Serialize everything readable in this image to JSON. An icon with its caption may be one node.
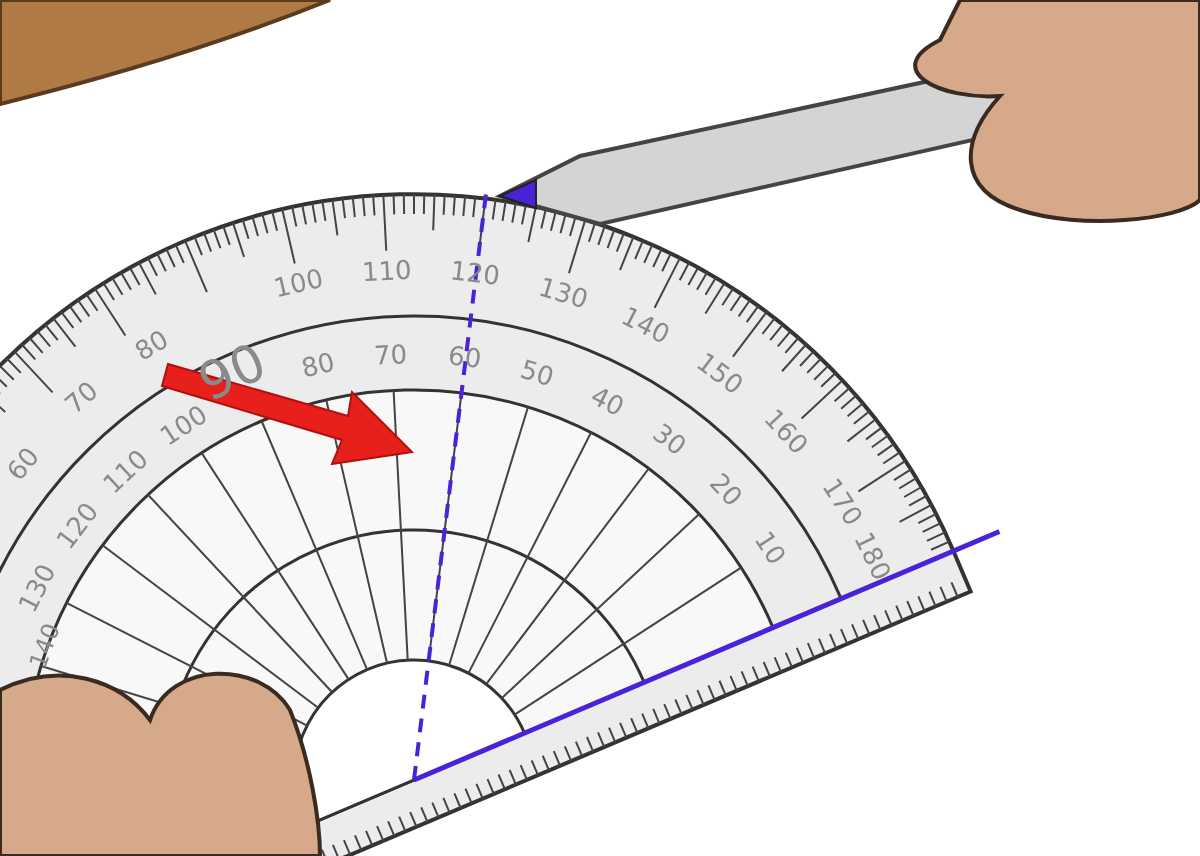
{
  "diagram": {
    "labels": [
      "60",
      "70",
      "80",
      "90",
      "100",
      "110",
      "120",
      "130",
      "140",
      "150",
      "160",
      "170",
      "180",
      "140",
      "130",
      "120",
      "110",
      "100",
      "80",
      "70",
      "60",
      "50",
      "40",
      "30",
      "20",
      "10"
    ]
  }
}
